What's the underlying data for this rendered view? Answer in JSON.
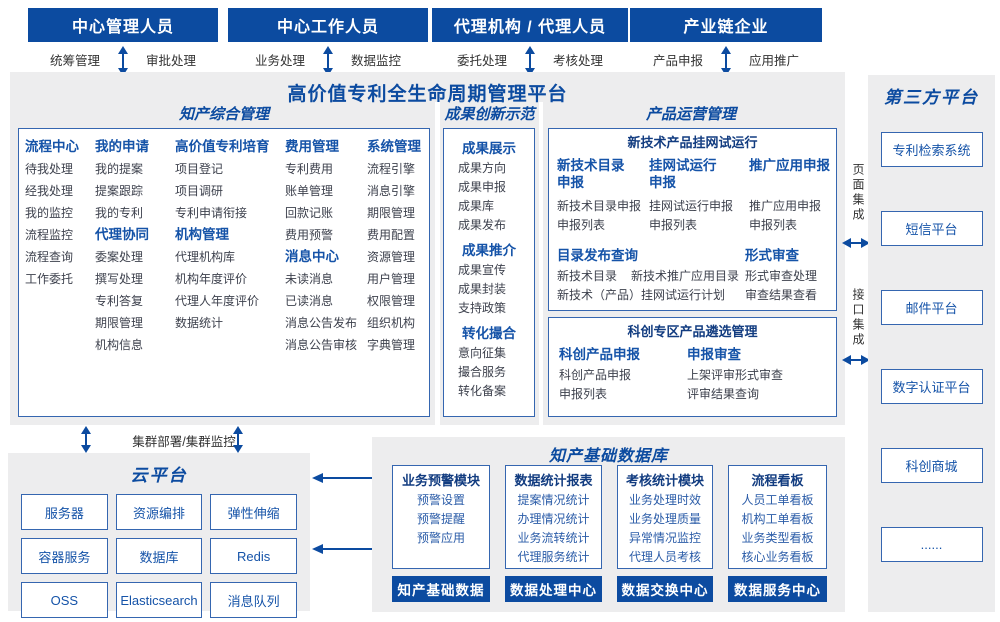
{
  "colors": {
    "primary": "#0c4ba0",
    "panel_gray": "#ededee",
    "border_blue": "#3566b0"
  },
  "top_groups": [
    {
      "title": "中心管理人员",
      "left": "统筹管理",
      "right": "审批处理"
    },
    {
      "title": "中心工作人员",
      "left": "业务处理",
      "right": "数据监控"
    },
    {
      "title": "代理机构 / 代理人员",
      "left": "委托处理",
      "right": "考核处理"
    },
    {
      "title": "产业链企业",
      "left": "产品申报",
      "right": "应用推广"
    }
  ],
  "platform": {
    "title": "高价值专利全生命周期管理平台",
    "ip_management": {
      "title": "知产综合管理",
      "columns": [
        {
          "groups": [
            {
              "header": "流程中心",
              "items": [
                "待我处理",
                "经我处理",
                "我的监控",
                "流程监控",
                "流程查询",
                "工作委托"
              ]
            }
          ]
        },
        {
          "groups": [
            {
              "header": "我的申请",
              "items": [
                "我的提案",
                "提案跟踪",
                "我的专利"
              ]
            },
            {
              "header": "代理协同",
              "items": [
                "委案处理",
                "撰写处理",
                "专利答复",
                "期限管理",
                "机构信息"
              ]
            }
          ]
        },
        {
          "groups": [
            {
              "header": "高价值专利培育",
              "items": [
                "项目登记",
                "项目调研",
                "专利申请衔接"
              ]
            },
            {
              "header": "机构管理",
              "items": [
                "代理机构库",
                "机构年度评价",
                "代理人年度评价",
                "数据统计"
              ]
            }
          ]
        },
        {
          "groups": [
            {
              "header": "费用管理",
              "items": [
                "专利费用",
                "账单管理",
                "回款记账",
                "费用预警"
              ]
            },
            {
              "header": "消息中心",
              "items": [
                "未读消息",
                "已读消息",
                "消息公告发布",
                "消息公告审核"
              ]
            }
          ]
        },
        {
          "groups": [
            {
              "header": "系统管理",
              "items": [
                "流程引擎",
                "消息引擎",
                "期限管理",
                "费用配置",
                "资源管理",
                "用户管理",
                "权限管理",
                "组织机构",
                "字典管理"
              ]
            }
          ]
        }
      ]
    },
    "achievement": {
      "title": "成果创新示范",
      "groups": [
        {
          "header": "成果展示",
          "items": [
            "成果方向",
            "成果申报",
            "成果库",
            "成果发布"
          ]
        },
        {
          "header": "成果推介",
          "items": [
            "成果宣传",
            "成果封装",
            "支持政策"
          ]
        },
        {
          "header": "转化撮合",
          "items": [
            "意向征集",
            "撮合服务",
            "转化备案"
          ]
        }
      ]
    },
    "product_ops": {
      "title": "产品运营管理",
      "trial": {
        "title": "新技术产品挂网试运行",
        "columns": [
          {
            "header": "新技术目录\n申报",
            "items": [
              "新技术目录申报",
              "申报列表"
            ]
          },
          {
            "header": "挂网试运行\n申报",
            "items": [
              "挂网试运行申报",
              "申报列表"
            ]
          },
          {
            "header": "推广应用申报",
            "items": [
              "推广应用申报",
              "申报列表"
            ]
          }
        ],
        "catalog": {
          "header": "目录发布查询",
          "items": [
            "新技术目录",
            "新技术推广应用目录",
            "新技术（产品）挂网试运行计划"
          ]
        },
        "review": {
          "header": "形式审查",
          "items": [
            "形式审查处理",
            "审查结果查看"
          ]
        }
      },
      "kechuang": {
        "title": "科创专区产品遴选管理",
        "columns": [
          {
            "header": "科创产品申报",
            "items": [
              "科创产品申报",
              "申报列表"
            ]
          },
          {
            "header": "申报审查",
            "items": [
              "上架评审形式审查",
              "评审结果查询"
            ]
          }
        ]
      }
    }
  },
  "third_party": {
    "title": "第三方平台",
    "systems": [
      "专利检索系统",
      "短信平台",
      "邮件平台",
      "数字认证平台",
      "科创商城",
      "......"
    ]
  },
  "integration": {
    "page": "页面集成",
    "api": "接口集成"
  },
  "cluster_label": "集群部署/集群监控",
  "cloud": {
    "title": "云平台",
    "services": [
      "服务器",
      "资源编排",
      "弹性伸缩",
      "容器服务",
      "数据库",
      "Redis",
      "OSS",
      "Elasticsearch",
      "消息队列"
    ]
  },
  "data_platform": {
    "title": "知产基础数据库",
    "modules": [
      {
        "header": "业务预警模块",
        "items": [
          "预警设置",
          "预警提醒",
          "预警应用"
        ],
        "footer": "知产基础数据"
      },
      {
        "header": "数据统计报表",
        "items": [
          "提案情况统计",
          "办理情况统计",
          "业务流转统计",
          "代理服务统计"
        ],
        "footer": "数据处理中心"
      },
      {
        "header": "考核统计模块",
        "items": [
          "业务处理时效",
          "业务处理质量",
          "异常情况监控",
          "代理人员考核"
        ],
        "footer": "数据交换中心"
      },
      {
        "header": "流程看板",
        "items": [
          "人员工单看板",
          "机构工单看板",
          "业务类型看板",
          "核心业务看板"
        ],
        "footer": "数据服务中心"
      }
    ]
  }
}
